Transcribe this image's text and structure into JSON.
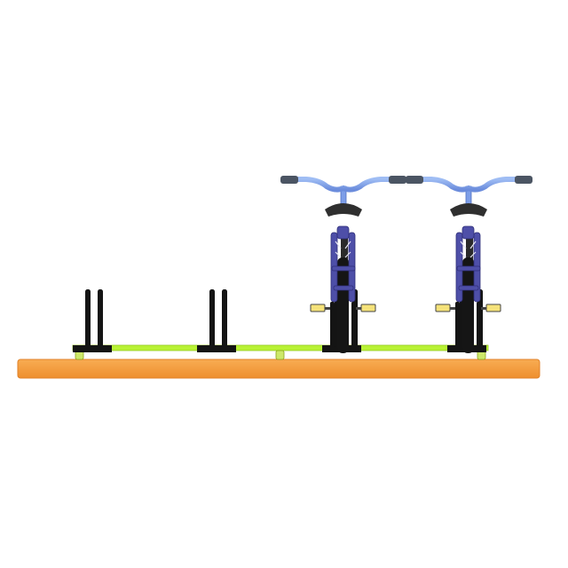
{
  "scene": {
    "subject": "bicycle-rack-render",
    "rack_slot_count": 4,
    "occupied_slot_count": 2,
    "bicycle_count": 2
  },
  "colors": {
    "background": "#ffffff",
    "platform": "#f59a3c",
    "platform_edge": "#e0822a",
    "rail": "#b8f234",
    "rail_edge": "#93c81e",
    "post": "#141414",
    "frame": "#4e4fa8",
    "handlebar": "#7d9ee8",
    "grip": "#4b5563",
    "pedal": "#f5e27a",
    "tire": "#151515"
  }
}
